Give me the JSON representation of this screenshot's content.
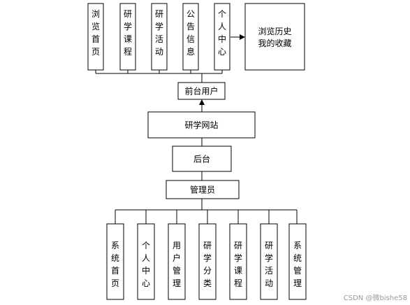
{
  "diagram": {
    "frontend_modules": [
      "浏览首页",
      "研学课程",
      "研学活动",
      "公告信息",
      "个人中心"
    ],
    "favorites_box": [
      "浏览历史",
      "我的收藏"
    ],
    "frontend_user": "前台用户",
    "website": "研学网站",
    "backend": "后台",
    "admin": "管理员",
    "admin_modules": [
      "系统首页",
      "个人中心",
      "用户管理",
      "研学分类",
      "研学课程",
      "研学活动",
      "系统管理"
    ]
  },
  "watermark": "CSDN @微bishe58"
}
